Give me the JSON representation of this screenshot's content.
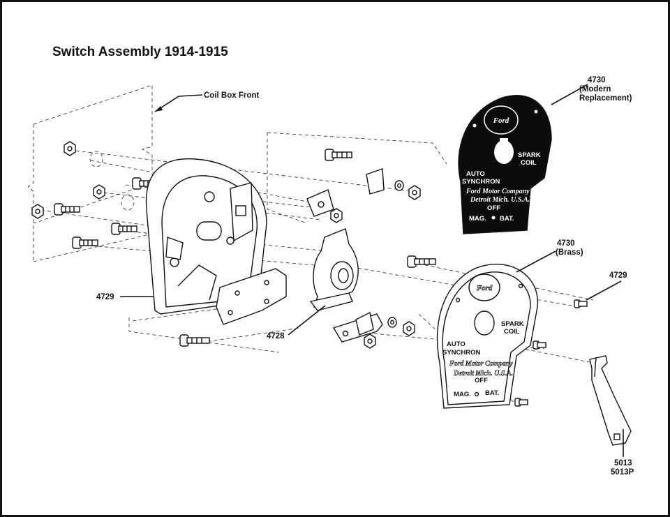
{
  "title": "Switch Assembly 1914-1915",
  "labels": {
    "coil_box_front": "Coil Box Front",
    "part_4730_modern_1": "4730",
    "part_4730_modern_2": "(Modern",
    "part_4730_modern_3": "Replacement)",
    "part_4730_brass_1": "4730",
    "part_4730_brass_2": "(Brass)",
    "part_4729_left": "4729",
    "part_4729_right": "4729",
    "part_4728": "4728",
    "part_5013": "5013",
    "part_5013p": "5013P"
  },
  "plate": {
    "brand": "Ford",
    "auto": "AUTO",
    "synchron": "SYNCHRON",
    "spark": "SPARK",
    "coil": "COIL",
    "company": "Ford Motor Company",
    "city": "Detroit Mich. U.S.A.",
    "off": "OFF",
    "mag": "MAG.",
    "bat": "BAT."
  },
  "colors": {
    "ink": "#111111",
    "plate_dark": "#0c0c0c",
    "background": "#ffffff"
  }
}
